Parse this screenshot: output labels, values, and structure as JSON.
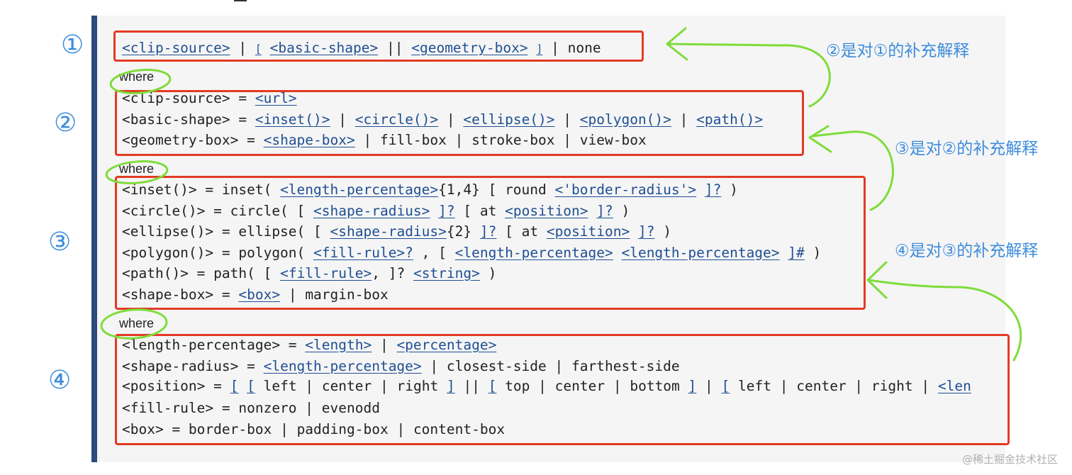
{
  "diagram": {
    "markers": [
      "①",
      "②",
      "③",
      "④"
    ],
    "notes": [
      "②是对①的补充解释",
      "③是对②的补充解释",
      "④是对③的补充解释"
    ],
    "where_label": "where",
    "colors": {
      "annotation_blue": "#3e8ddb",
      "box_red": "#e23b24",
      "scribble_green": "#7fdc3a",
      "link_blue": "#1f4f93"
    }
  },
  "syntax": {
    "top": {
      "clip_source": "<clip-source>",
      "sep1": " | ",
      "open": "[",
      "basic_shape": "<basic-shape>",
      "sep2": " || ",
      "geometry_box": "<geometry-box>",
      "close": "]",
      "sep3": " | ",
      "none": "none"
    },
    "g1": {
      "clip_source_def": "<clip-source> = ",
      "url": "<url>",
      "basic_shape_def": "<basic-shape> = ",
      "inset": "<inset()>",
      "circle": "<circle()>",
      "ellipse": "<ellipse()>",
      "polygon": "<polygon()>",
      "path": "<path()>",
      "sep": " | ",
      "geometry_box_def": "<geometry-box> = ",
      "shape_box": "<shape-box>",
      "fill_box": "fill-box",
      "stroke_box": "stroke-box",
      "view_box": "view-box"
    },
    "g2": {
      "inset_def": "<inset()> = inset( ",
      "length_percentage": "<length-percentage>",
      "quant_1_4": "{1,4}",
      "open": "[",
      "round": " round ",
      "border_radius": "<'border-radius'>",
      "close_opt": "]?",
      "rparen": " )",
      "circle_def": "<circle()> = circle( ",
      "shape_radius": "<shape-radius>",
      "at": " at ",
      "position": "<position>",
      "ellipse_def": "<ellipse()> = ellipse( ",
      "quant_2": "{2}",
      "polygon_def": "<polygon()> = polygon( ",
      "fill_rule": "<fill-rule>",
      "q": "?",
      "comma": " , ",
      "close_hash": "]#",
      "path_def": "<path()> = path( ",
      "comma_tight": ", ",
      "string": "<string>",
      "shape_box_def": "<shape-box> = ",
      "box": "<box>",
      "margin_box": "margin-box",
      "sep": " | "
    },
    "g3": {
      "length_percentage_def": "<length-percentage> = ",
      "length": "<length>",
      "percentage": "<percentage>",
      "shape_radius_def": "<shape-radius> = ",
      "length_percentage": "<length-percentage>",
      "closest_side": "closest-side",
      "farthest_side": "farthest-side",
      "position_def": "<position> = ",
      "open": "[",
      "close": "]",
      "sep_or": " || ",
      "left": "left",
      "center": "center",
      "right": "right",
      "top": "top",
      "bottom": "bottom",
      "truncated": "<len",
      "fill_rule_def": "<fill-rule> = nonzero",
      "evenodd": "evenodd",
      "box_def": "<box> = border-box",
      "padding_box": "padding-box",
      "content_box": "content-box",
      "sep": " | "
    }
  },
  "watermark": "@稀土掘金技术社区"
}
